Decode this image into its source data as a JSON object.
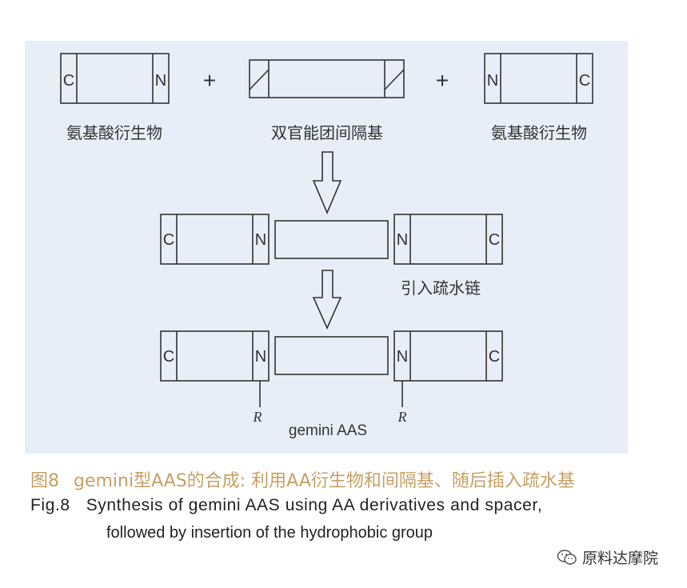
{
  "diagram": {
    "terminal_c": "C",
    "terminal_n": "N",
    "plus": "+",
    "label_aa_left": "氨基酸衍生物",
    "label_spacer": "双官能团间隔基",
    "label_aa_right": "氨基酸衍生物",
    "label_hydrophobic": "引入疏水链",
    "label_r": "R",
    "label_product": "gemini AAS",
    "colors": {
      "panel_bg": "#e8eef8",
      "line": "#333333",
      "caption_cn": "#c79f63"
    }
  },
  "caption": {
    "cn_number": "图8",
    "cn_text": "gemini型AAS的合成: 利用AA衍生物和间隔基、随后插入疏水基",
    "en_number": "Fig.8",
    "en_line1": "Synthesis of gemini AAS using AA derivatives and spacer,",
    "en_line2": "followed by insertion of the hydrophobic group"
  },
  "watermark": {
    "icon": "wechat-icon",
    "text": "原料达摩院"
  }
}
